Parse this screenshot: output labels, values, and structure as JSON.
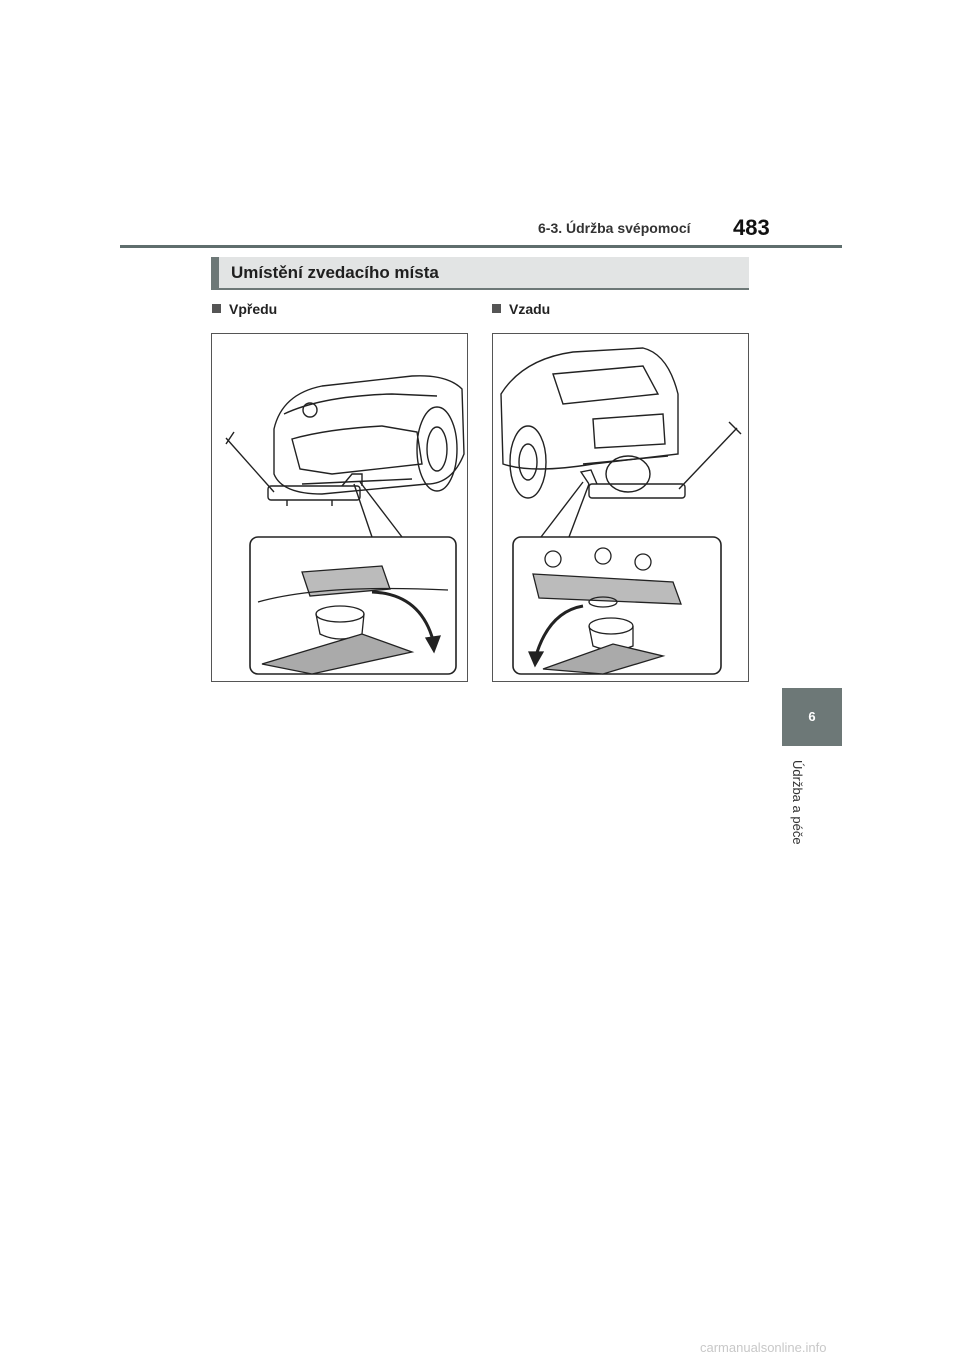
{
  "header": {
    "section": "6-3. Údržba svépomocí",
    "page_number": "483"
  },
  "section": {
    "title": "Umístění zvedacího místa"
  },
  "figures": {
    "front_label": "Vpředu",
    "rear_label": "Vzadu"
  },
  "side_tab": {
    "chapter_number": "6",
    "chapter_title": "Údržba a péče"
  },
  "watermark": "carmanualsonline.info",
  "colors": {
    "accent": "#6d7877",
    "section_bg": "#e2e4e4"
  }
}
